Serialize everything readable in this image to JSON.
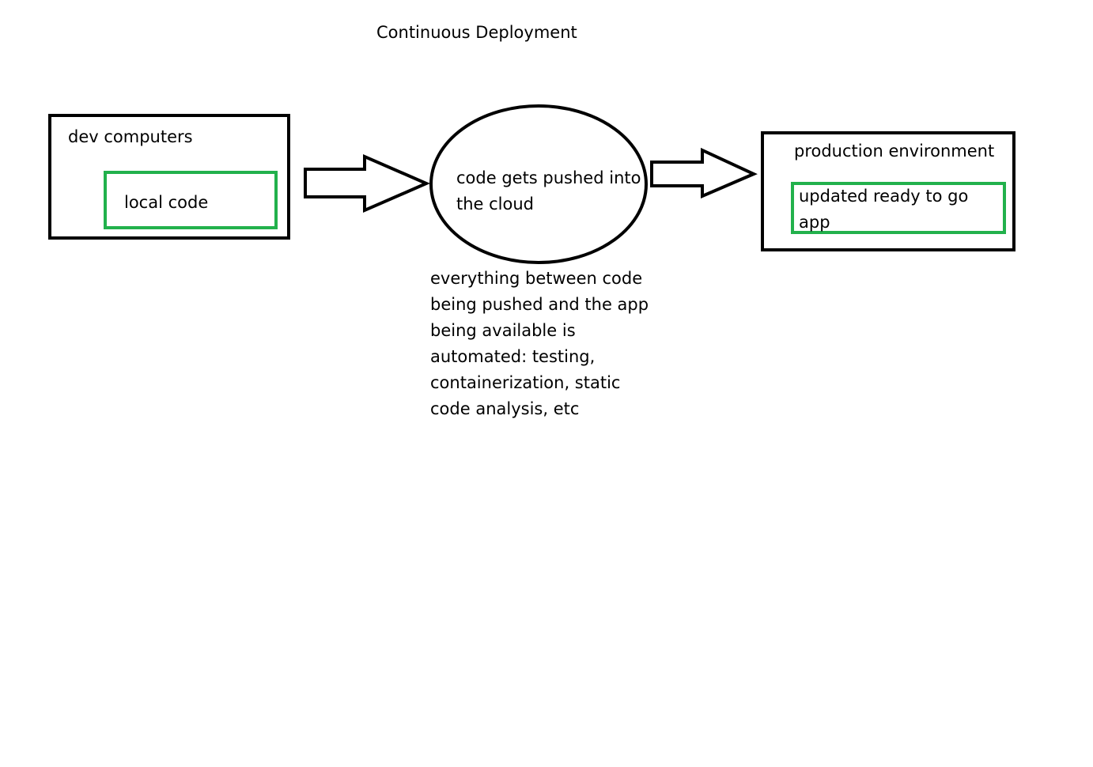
{
  "diagram": {
    "title": "Continuous Deployment",
    "nodes": {
      "dev": {
        "label": "dev computers",
        "inner_label": "local code"
      },
      "cloud": {
        "label": "code gets pushed into the cloud"
      },
      "prod": {
        "label": "production environment",
        "inner_label": "updated ready to go app"
      }
    },
    "note": "everything between code being pushed and the app being available is automated: testing, containerization, static code analysis, etc",
    "colors": {
      "stroke": "#000000",
      "inner_box": "#22b14c",
      "background": "#ffffff"
    }
  }
}
